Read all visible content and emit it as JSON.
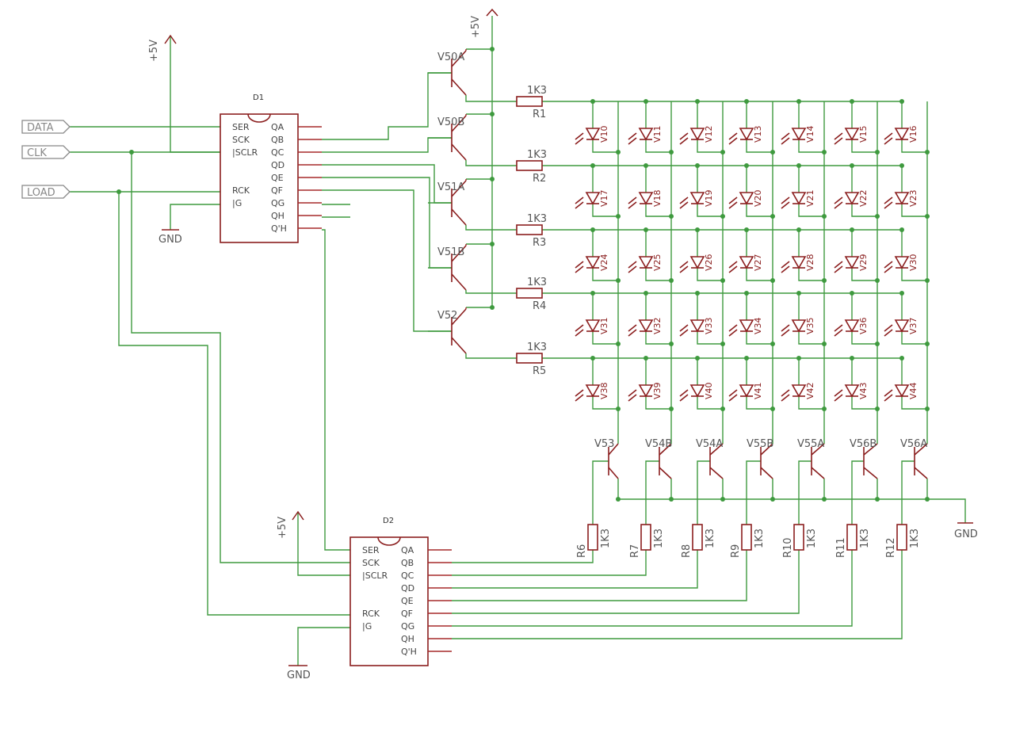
{
  "ports": [
    {
      "name": "DATA"
    },
    {
      "name": "CLK"
    },
    {
      "name": "LOAD"
    }
  ],
  "supplies": {
    "vcc_label": "+5V",
    "gnd_label": "GND"
  },
  "chips": {
    "d1": {
      "name": "D1",
      "left_pins": [
        "SER",
        "SCK",
        "|SCLR",
        "RCK",
        "|G"
      ],
      "right_pins": [
        "QA",
        "QB",
        "QC",
        "QD",
        "QE",
        "QF",
        "QG",
        "QH",
        "Q'H"
      ]
    },
    "d2": {
      "name": "D2",
      "left_pins": [
        "SER",
        "SCK",
        "|SCLR",
        "RCK",
        "|G"
      ],
      "right_pins": [
        "QA",
        "QB",
        "QC",
        "QD",
        "QE",
        "QF",
        "QG",
        "QH",
        "Q'H"
      ]
    }
  },
  "row_transistors": [
    "V50A",
    "V50B",
    "V51A",
    "V51B",
    "V52"
  ],
  "row_resistors": [
    {
      "name": "R1",
      "value": "1K3"
    },
    {
      "name": "R2",
      "value": "1K3"
    },
    {
      "name": "R3",
      "value": "1K3"
    },
    {
      "name": "R4",
      "value": "1K3"
    },
    {
      "name": "R5",
      "value": "1K3"
    }
  ],
  "col_transistors": [
    "V53",
    "V54B",
    "V54A",
    "V55B",
    "V55A",
    "V56B",
    "V56A"
  ],
  "col_resistors": [
    {
      "name": "R6",
      "value": "1K3"
    },
    {
      "name": "R7",
      "value": "1K3"
    },
    {
      "name": "R8",
      "value": "1K3"
    },
    {
      "name": "R9",
      "value": "1K3"
    },
    {
      "name": "R10",
      "value": "1K3"
    },
    {
      "name": "R11",
      "value": "1K3"
    },
    {
      "name": "R12",
      "value": "1K3"
    }
  ],
  "leds": [
    [
      "V10",
      "V11",
      "V12",
      "V13",
      "V14",
      "V15",
      "V16"
    ],
    [
      "V17",
      "V18",
      "V19",
      "V20",
      "V21",
      "V22",
      "V23"
    ],
    [
      "V24",
      "V25",
      "V26",
      "V27",
      "V28",
      "V29",
      "V30"
    ],
    [
      "V31",
      "V32",
      "V33",
      "V34",
      "V35",
      "V36",
      "V37"
    ],
    [
      "V38",
      "V39",
      "V40",
      "V41",
      "V42",
      "V43",
      "V44"
    ]
  ]
}
